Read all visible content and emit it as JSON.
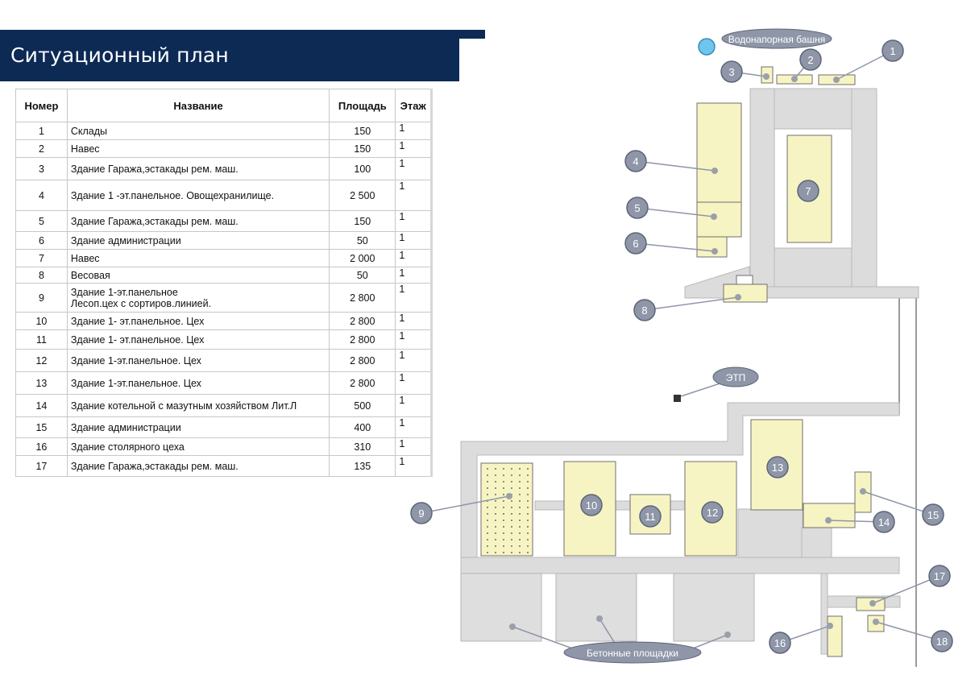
{
  "header": {
    "title": "Ситуационный план"
  },
  "table": {
    "columns": [
      "Номер",
      "Название",
      "Площадь",
      "Этаж"
    ],
    "rows": [
      {
        "num": "1",
        "name": "Склады",
        "area": "150",
        "floor": "1"
      },
      {
        "num": "2",
        "name": "Навес",
        "area": "150",
        "floor": "1"
      },
      {
        "num": "3",
        "name": "Здание Гаража,эстакады рем. маш.",
        "area": "100",
        "floor": "1"
      },
      {
        "num": "4",
        "name": "Здание 1 -эт.панельное. Овощехранилище.",
        "area": "2 500",
        "floor": "1"
      },
      {
        "num": "5",
        "name": "Здание Гаража,эстакады рем. маш.",
        "area": "150",
        "floor": "1"
      },
      {
        "num": "6",
        "name": "Здание  администрации",
        "area": "50",
        "floor": "1"
      },
      {
        "num": "7",
        "name": "Навес",
        "area": "2 000",
        "floor": "1"
      },
      {
        "num": "8",
        "name": "Весовая",
        "area": "50",
        "floor": "1"
      },
      {
        "num": "9",
        "name": "Здание 1-эт.панельное",
        "name2": "Лесоп.цех с сортиров.линией.",
        "area": "2 800",
        "floor": "1"
      },
      {
        "num": "10",
        "name": "Здание 1- эт.панельное. Цех",
        "area": "2 800",
        "floor": "1"
      },
      {
        "num": "11",
        "name": "Здание 1- эт.панельное. Цех",
        "area": "2 800",
        "floor": "1"
      },
      {
        "num": "12",
        "name": "Здание 1-эт.панельное. Цех",
        "area": "2 800",
        "floor": "1"
      },
      {
        "num": "13",
        "name": "Здание 1-эт.панельное. Цех",
        "area": "2 800",
        "floor": "1"
      },
      {
        "num": "14",
        "name": "Здание котельной с мазутным хозяйством Лит.Л",
        "area": "500",
        "floor": "1"
      },
      {
        "num": "15",
        "name": "Здание  администрации",
        "area": "400",
        "floor": "1"
      },
      {
        "num": "16",
        "name": "Здание столярного цеха",
        "area": "310",
        "floor": "1"
      },
      {
        "num": "17",
        "name": "Здание Гаража,эстакады рем. маш.",
        "area": "135",
        "floor": "1"
      }
    ]
  },
  "plan": {
    "labels": {
      "water_tower": "Водонапорная башня",
      "etp": "ЭТП",
      "concrete": "Бетонные площадки"
    },
    "markers": [
      "1",
      "2",
      "3",
      "4",
      "5",
      "6",
      "7",
      "8",
      "9",
      "10",
      "11",
      "12",
      "13",
      "14",
      "15",
      "16",
      "17",
      "18"
    ],
    "colors": {
      "building": "#f7f4c3",
      "road": "#dcdcdc",
      "marker": "#8e96a8",
      "header": "#0d2a55",
      "water": "#6ec6ef"
    }
  }
}
